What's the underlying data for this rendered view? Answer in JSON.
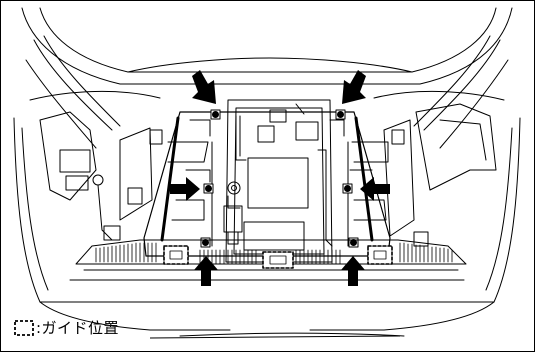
{
  "legend": {
    "label": ":ガイド位置",
    "symbol": "dashed-box-symbol"
  },
  "bolts": [
    {
      "id": "upper-left",
      "arrow": "down-right"
    },
    {
      "id": "upper-right",
      "arrow": "down-left"
    },
    {
      "id": "middle-left",
      "arrow": "right"
    },
    {
      "id": "middle-right",
      "arrow": "left"
    },
    {
      "id": "lower-left",
      "arrow": "up"
    },
    {
      "id": "lower-right",
      "arrow": "up"
    }
  ],
  "guides": [
    "left-guide",
    "center-guide",
    "right-guide"
  ],
  "colors": {
    "line": "#000000",
    "background": "#ffffff"
  }
}
